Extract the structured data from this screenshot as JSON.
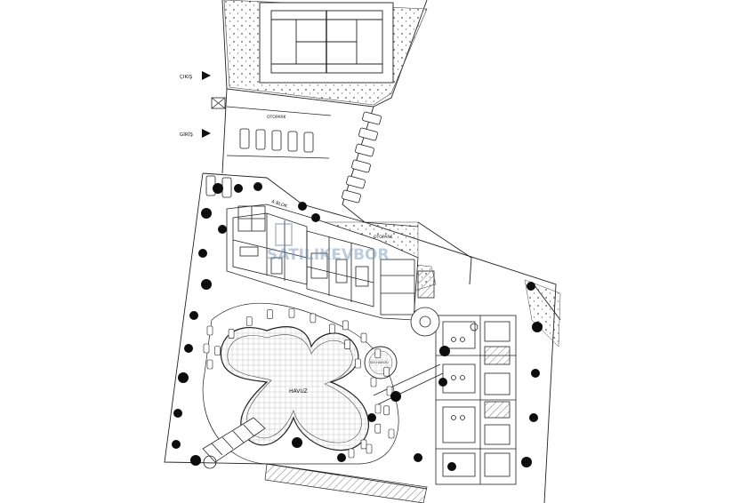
{
  "labels": {
    "exit": "ÇIKIŞ",
    "entrance": "GİRİŞ",
    "parking_a": "OTOPARK",
    "parking_b": "OTOPARK",
    "block": "A BLOK",
    "pool": "HAVUZ",
    "feature": "SÜS HAVUZU",
    "watermark": "SATILIKEVBOR"
  },
  "colors": {
    "line": "#222222",
    "tree": "#0d0d0d",
    "hatch": "#9a9a9a"
  }
}
